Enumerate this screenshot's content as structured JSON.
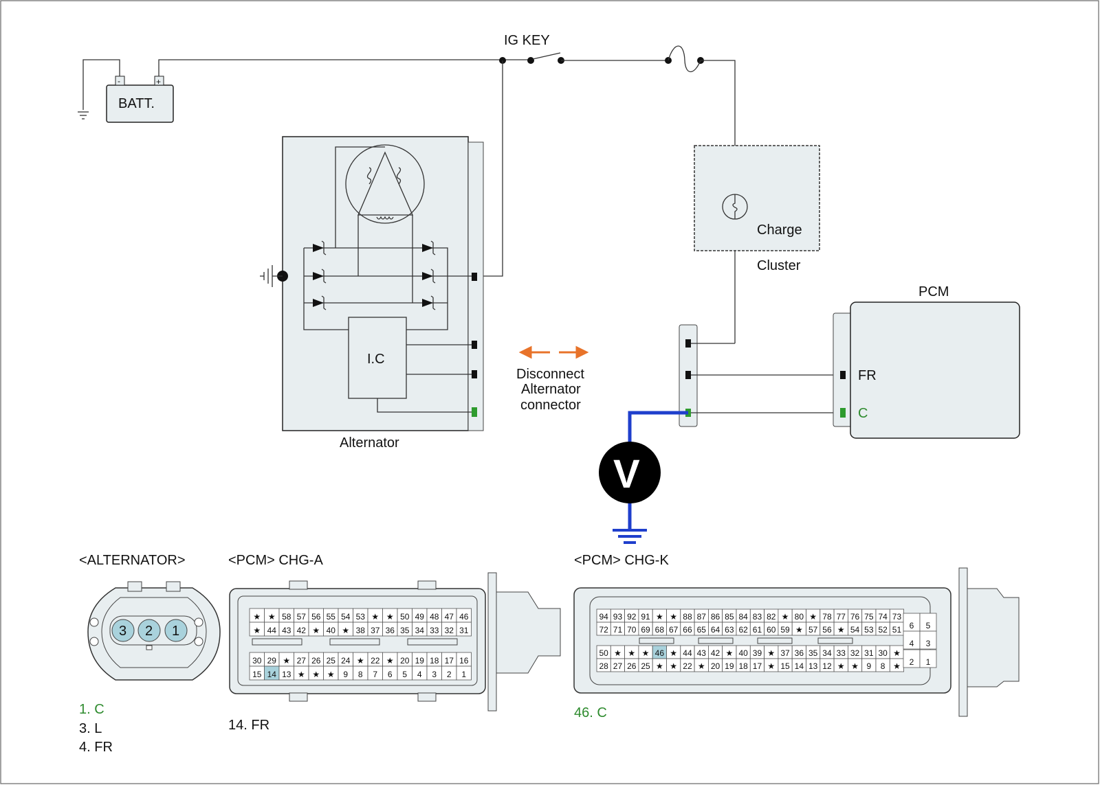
{
  "colors": {
    "ground_wire": "#1f3fcc",
    "highlight_pin": "#a9d2dc",
    "green_text": "#2e8b2e",
    "arrow": "#e8732a",
    "panel_fill": "#e8eef0"
  },
  "circuit": {
    "ig_key": "IG KEY",
    "battery": "BATT.",
    "battery_neg": "-",
    "battery_pos": "+",
    "ic_label": "I.C",
    "alternator_label": "Alternator",
    "cluster_lamp": "Charge",
    "cluster_label": "Cluster",
    "pcm_label": "PCM",
    "pcm_pin_fr": "FR",
    "pcm_pin_c": "C",
    "voltmeter": "V",
    "instruction": [
      "Disconnect",
      "Alternator",
      "connector"
    ]
  },
  "connectors": {
    "alternator": {
      "title": "<ALTERNATOR>",
      "pins": [
        "3",
        "2",
        "1"
      ],
      "legend": [
        "1. C",
        "3. L",
        "4. FR"
      ]
    },
    "chg_a": {
      "title": "<PCM> CHG-A",
      "highlight": "14",
      "legend": [
        "14. FR"
      ],
      "rows": [
        [
          "★",
          "★",
          "58",
          "57",
          "56",
          "55",
          "54",
          "53",
          "★",
          "★",
          "50",
          "49",
          "48",
          "47",
          "46"
        ],
        [
          "★",
          "44",
          "43",
          "42",
          "★",
          "40",
          "★",
          "38",
          "37",
          "36",
          "35",
          "34",
          "33",
          "32",
          "31"
        ],
        [
          "30",
          "29",
          "★",
          "27",
          "26",
          "25",
          "24",
          "★",
          "22",
          "★",
          "20",
          "19",
          "18",
          "17",
          "16"
        ],
        [
          "15",
          "14",
          "13",
          "★",
          "★",
          "★",
          "9",
          "8",
          "7",
          "6",
          "5",
          "4",
          "3",
          "2",
          "1"
        ]
      ]
    },
    "chg_k": {
      "title": "<PCM> CHG-K",
      "highlight": "46",
      "legend": [
        "46. C"
      ],
      "rows": [
        [
          "94",
          "93",
          "92",
          "91",
          "★",
          "★",
          "88",
          "87",
          "86",
          "85",
          "84",
          "83",
          "82",
          "★",
          "80",
          "★",
          "78",
          "77",
          "76",
          "75",
          "74",
          "73"
        ],
        [
          "72",
          "71",
          "70",
          "69",
          "68",
          "67",
          "66",
          "65",
          "64",
          "63",
          "62",
          "61",
          "60",
          "59",
          "★",
          "57",
          "56",
          "★",
          "54",
          "53",
          "52",
          "51"
        ],
        [
          "50",
          "★",
          "★",
          "★",
          "46",
          "★",
          "44",
          "43",
          "42",
          "★",
          "40",
          "39",
          "★",
          "37",
          "36",
          "35",
          "34",
          "33",
          "32",
          "31",
          "30",
          "★"
        ],
        [
          "28",
          "27",
          "26",
          "25",
          "★",
          "★",
          "22",
          "★",
          "20",
          "19",
          "18",
          "17",
          "★",
          "15",
          "14",
          "13",
          "12",
          "★",
          "★",
          "9",
          "8",
          "★"
        ]
      ],
      "side_rows": [
        [
          "6",
          "5"
        ],
        [
          "4",
          "3"
        ],
        [
          "2",
          "1"
        ]
      ]
    }
  }
}
